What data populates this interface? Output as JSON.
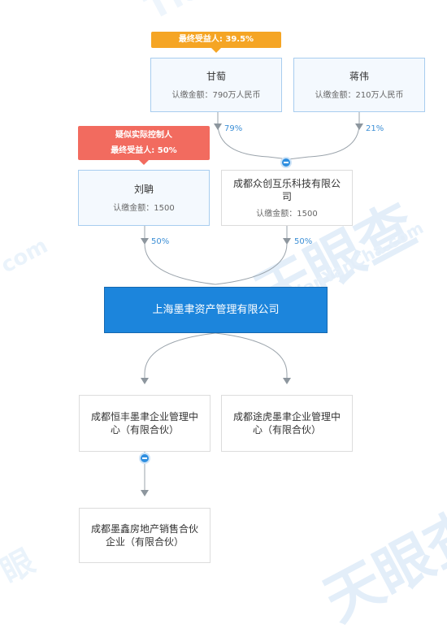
{
  "watermark": {
    "text": "天眼查",
    "sub": "TianYanCha.com"
  },
  "badges": {
    "gan_beneficiary": "最终受益人: 39.5%",
    "liu_controller": "疑似实际控制人",
    "liu_beneficiary": "最终受益人: 50%"
  },
  "nodes": {
    "gan": {
      "name": "甘萄",
      "capital": "认缴金额：790万人民币"
    },
    "jiang": {
      "name": "蒋伟",
      "capital": "认缴金额：210万人民币"
    },
    "liu": {
      "name": "刘聃",
      "capital": "认缴金额：1500"
    },
    "zhongchuang": {
      "name": "成都众创互乐科技有限公司",
      "capital": "认缴金额：1500"
    },
    "center": {
      "name": "上海墨聿资产管理有限公司"
    },
    "hengfeng": {
      "name": "成都恒丰墨聿企业管理中心（有限合伙）"
    },
    "tuhu": {
      "name": "成都途虎墨聿企业管理中心（有限合伙）"
    },
    "moxin": {
      "name": "成都墨鑫房地产销售合伙企业（有限合伙）"
    }
  },
  "edges": {
    "gan_to_zhongchuang": "79%",
    "jiang_to_zhongchuang": "21%",
    "liu_to_center": "50%",
    "zhongchuang_to_center": "50%"
  }
}
